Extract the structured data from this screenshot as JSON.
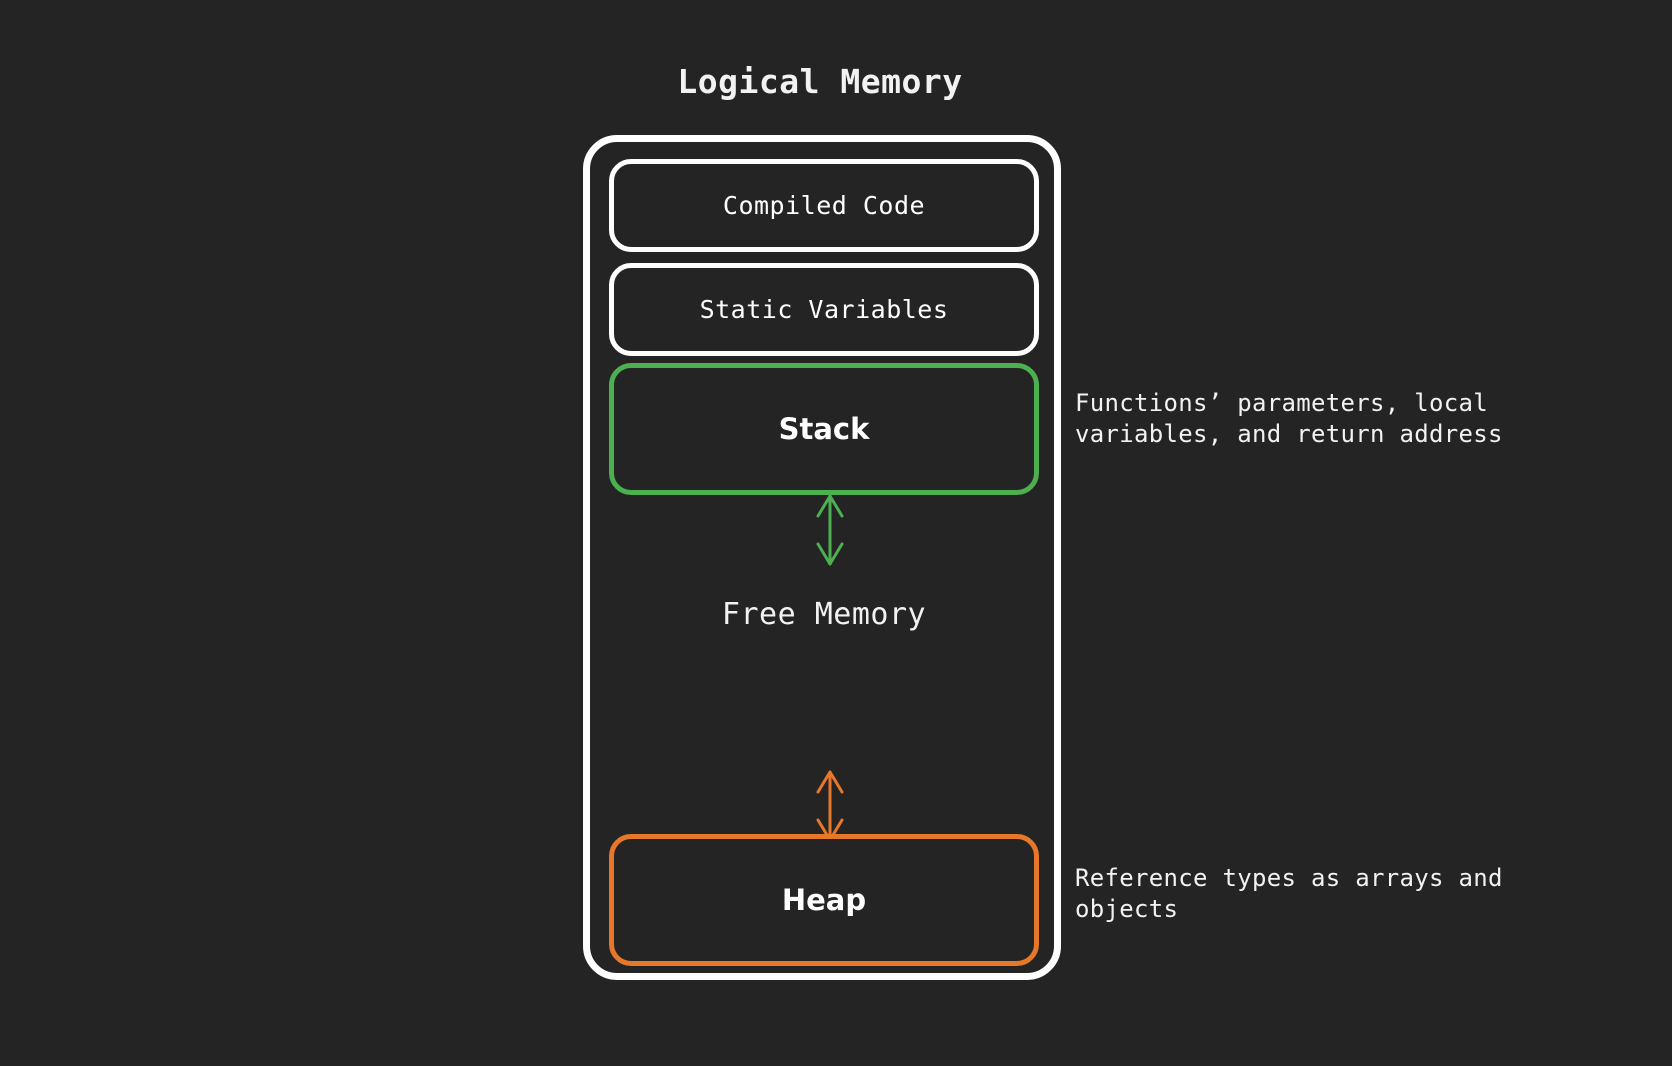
{
  "title": "Logical Memory",
  "colors": {
    "background": "#242424",
    "text": "#f2f2f2",
    "outline": "#ffffff",
    "stack_accent": "#4caf50",
    "heap_accent": "#e87829"
  },
  "memory": {
    "segments": [
      {
        "key": "compiled-code",
        "label": "Compiled Code",
        "accent": "#ffffff"
      },
      {
        "key": "static-variables",
        "label": "Static Variables",
        "accent": "#ffffff"
      },
      {
        "key": "stack",
        "label": "Stack",
        "accent": "#4caf50"
      },
      {
        "key": "free-memory",
        "label": "Free Memory",
        "accent": "#f2f2f2"
      },
      {
        "key": "heap",
        "label": "Heap",
        "accent": "#e87829"
      }
    ],
    "compiled_code_label": "Compiled Code",
    "static_variables_label": "Static Variables",
    "stack_label": "Stack",
    "free_memory_label": "Free Memory",
    "heap_label": "Heap"
  },
  "annotations": {
    "stack": "Functions’ parameters, local\nvariables, and return address",
    "heap": "Reference types as arrays and\nobjects"
  },
  "arrows": {
    "stack_growth": "double-headed-vertical-arrow",
    "heap_growth": "double-headed-vertical-arrow"
  }
}
